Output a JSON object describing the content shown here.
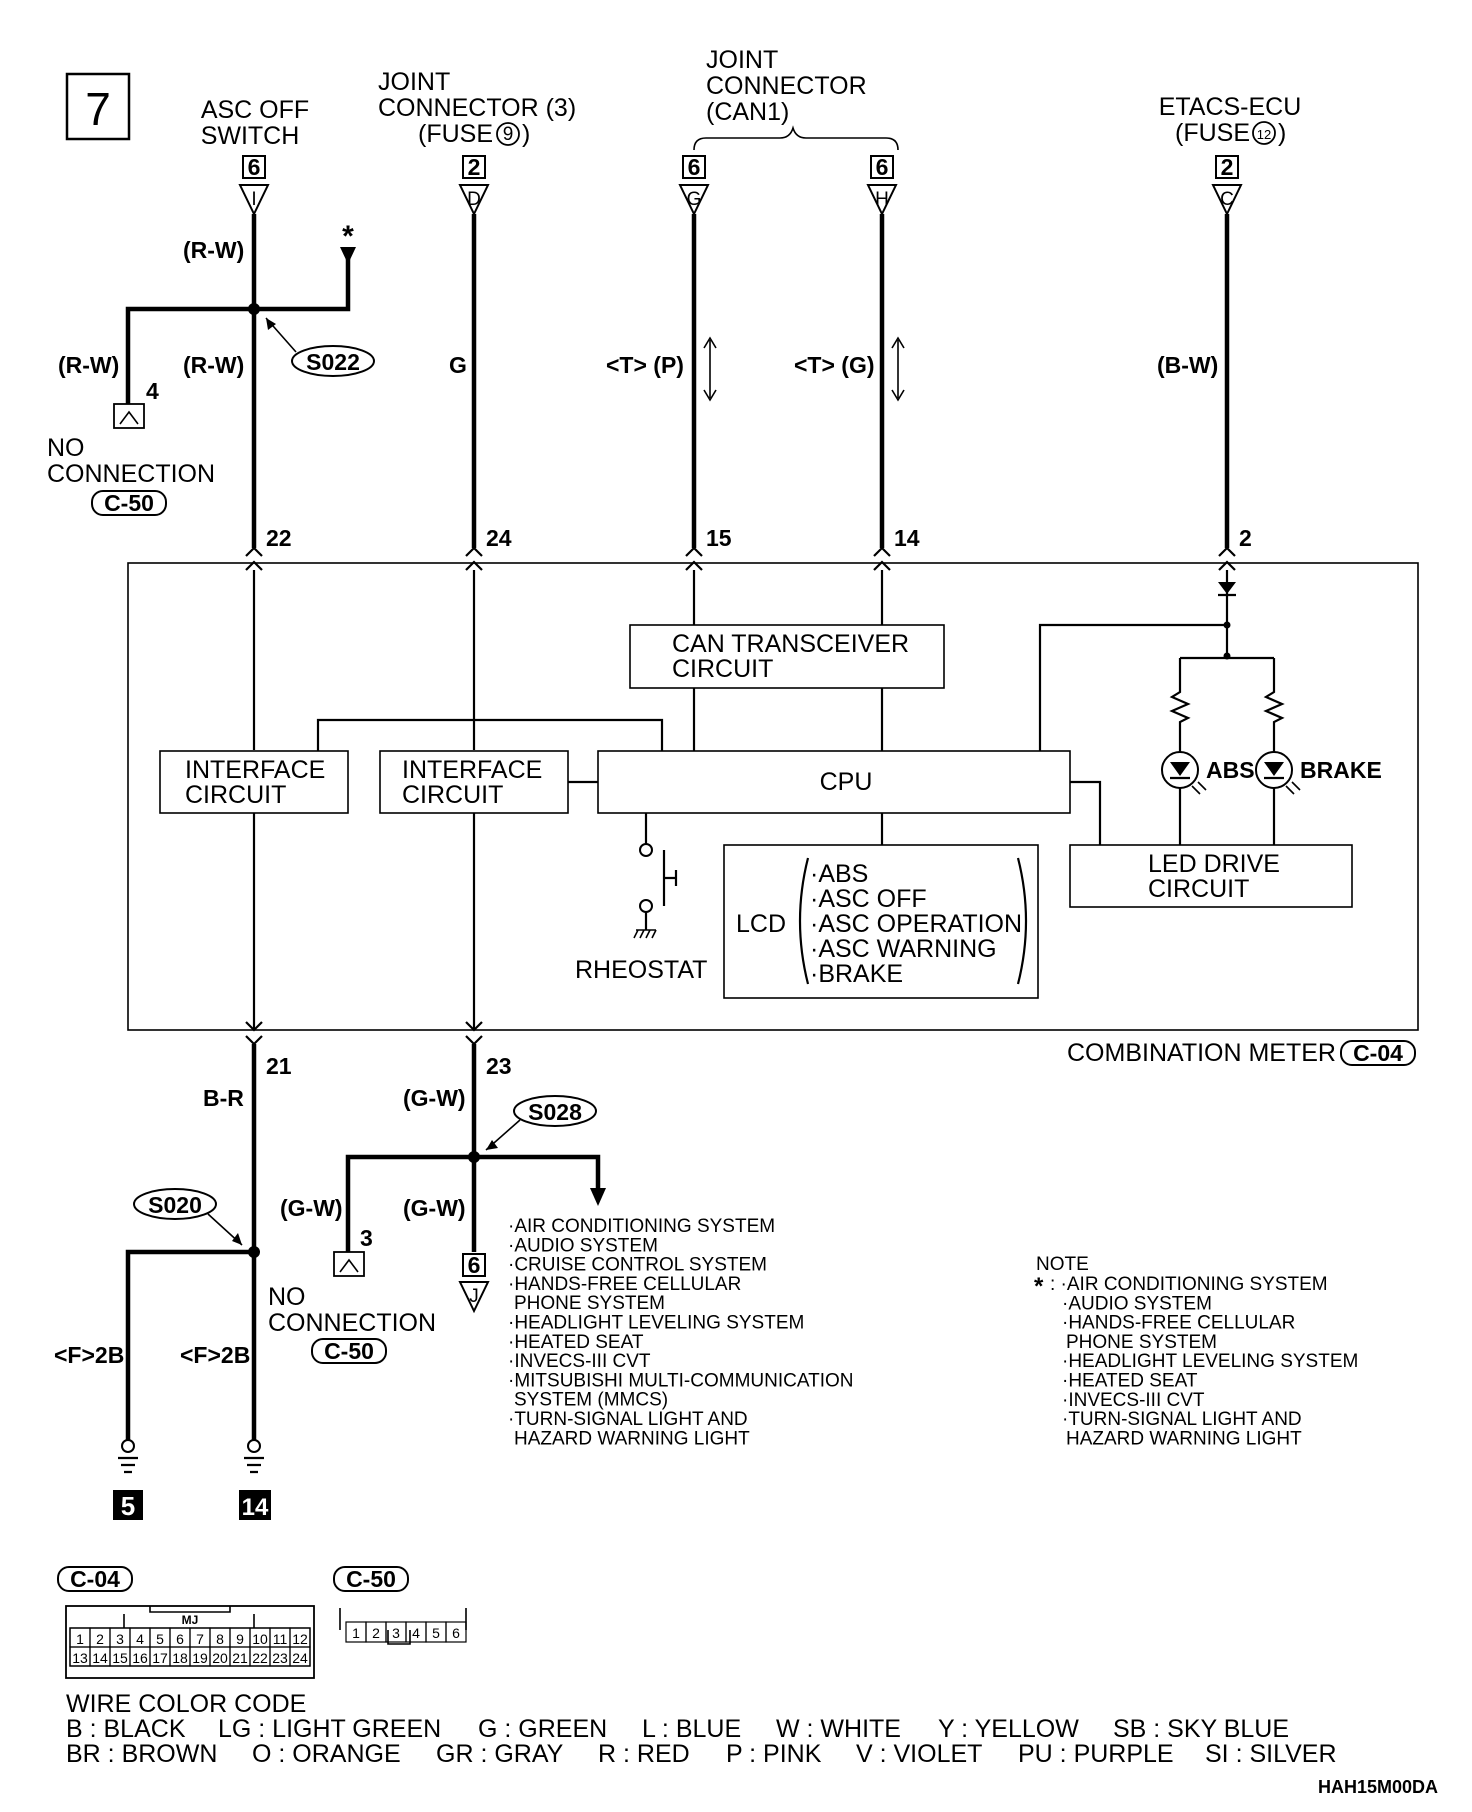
{
  "page": {
    "number": "7",
    "code": "HAH15M00DA"
  },
  "top_labels": {
    "asc_off": [
      "ASC OFF",
      "SWITCH"
    ],
    "joint3": [
      "JOINT",
      "CONNECTOR (3)",
      "(FUSE"
    ],
    "joint3_fuse": "9",
    "can1": [
      "JOINT",
      "CONNECTOR",
      "(CAN1)"
    ],
    "etacs": [
      "ETACS-ECU",
      "(FUSE"
    ],
    "etacs_fuse": "12"
  },
  "top_connectors": [
    {
      "num": "6",
      "letter": "I"
    },
    {
      "num": "2",
      "letter": "D"
    },
    {
      "num": "6",
      "letter": "G"
    },
    {
      "num": "6",
      "letter": "H"
    },
    {
      "num": "2",
      "letter": "C"
    }
  ],
  "wire_labels": {
    "rw_top": "(R-W)",
    "rw_left": "(R-W)",
    "rw_mid": "(R-W)",
    "g": "G",
    "tp": "<T> (P)",
    "tg": "<T> (G)",
    "bw": "(B-W)",
    "br": "B-R",
    "gw1": "(G-W)",
    "gw2": "(G-W)",
    "gw3": "(G-W)",
    "f2b1": "<F>2B",
    "f2b2": "<F>2B"
  },
  "splices": {
    "s022": "S022",
    "s028": "S028",
    "s020": "S020"
  },
  "star": "*",
  "no_connection_top": {
    "pin": "4",
    "lines": [
      "NO",
      "CONNECTION"
    ],
    "conn": "C-50"
  },
  "no_connection_bottom": {
    "pin": "3",
    "lines": [
      "NO",
      "CONNECTION"
    ],
    "conn": "C-50"
  },
  "meter_pins": {
    "p22": "22",
    "p24": "24",
    "p15": "15",
    "p14": "14",
    "p2": "2",
    "p21": "21",
    "p23": "23"
  },
  "blocks": {
    "can": [
      "CAN TRANSCEIVER",
      "CIRCUIT"
    ],
    "if1": [
      "INTERFACE",
      "CIRCUIT"
    ],
    "if2": [
      "INTERFACE",
      "CIRCUIT"
    ],
    "cpu": "CPU",
    "led": [
      "LED DRIVE",
      "CIRCUIT"
    ],
    "lcd": "LCD",
    "lcd_items": [
      "·ABS",
      "·ASC OFF",
      "·ASC OPERATION",
      "·ASC WARNING",
      "·BRAKE"
    ],
    "rheostat": "RHEOSTAT",
    "abs": "ABS",
    "brake": "BRAKE"
  },
  "meter_caption": "COMBINATION METER",
  "meter_conn": "C-04",
  "j_connector": {
    "num": "6",
    "letter": "J"
  },
  "arrow_list": [
    "·AIR CONDITIONING SYSTEM",
    "·AUDIO SYSTEM",
    "·CRUISE CONTROL SYSTEM",
    "·HANDS-FREE CELLULAR",
    " PHONE SYSTEM",
    "·HEADLIGHT LEVELING SYSTEM",
    "·HEATED SEAT",
    "·INVECS-III CVT",
    "·MITSUBISHI MULTI-COMMUNICATION",
    " SYSTEM (MMCS)",
    "·TURN-SIGNAL LIGHT AND",
    " HAZARD WARNING LIGHT"
  ],
  "note": {
    "title": "NOTE",
    "star": "*",
    "lines": [
      ": ·AIR CONDITIONING SYSTEM",
      "·AUDIO SYSTEM",
      "·HANDS-FREE CELLULAR",
      " PHONE SYSTEM",
      "·HEADLIGHT LEVELING SYSTEM",
      "·HEATED SEAT",
      "·INVECS-III CVT",
      "·TURN-SIGNAL LIGHT AND",
      " HAZARD WARNING LIGHT"
    ]
  },
  "grounds": [
    "5",
    "14"
  ],
  "conn_c04": {
    "label": "C-04",
    "tag": "MJ",
    "row1": [
      "1",
      "2",
      "3",
      "4",
      "5",
      "6",
      "7",
      "8",
      "9",
      "10",
      "11",
      "12"
    ],
    "row2": [
      "13",
      "14",
      "15",
      "16",
      "17",
      "18",
      "19",
      "20",
      "21",
      "22",
      "23",
      "24"
    ]
  },
  "conn_c50": {
    "label": "C-50",
    "pins": [
      "1",
      "2",
      "3",
      "4",
      "5",
      "6"
    ]
  },
  "wire_color_code": {
    "title": "WIRE COLOR CODE",
    "row1": [
      "B : BLACK",
      "LG : LIGHT GREEN",
      "G : GREEN",
      "L : BLUE",
      "W : WHITE",
      "Y : YELLOW",
      "SB : SKY BLUE"
    ],
    "row2": [
      "BR : BROWN",
      "O : ORANGE",
      "GR : GRAY",
      "R : RED",
      "P : PINK",
      "V : VIOLET",
      "PU : PURPLE",
      "SI : SILVER"
    ]
  }
}
